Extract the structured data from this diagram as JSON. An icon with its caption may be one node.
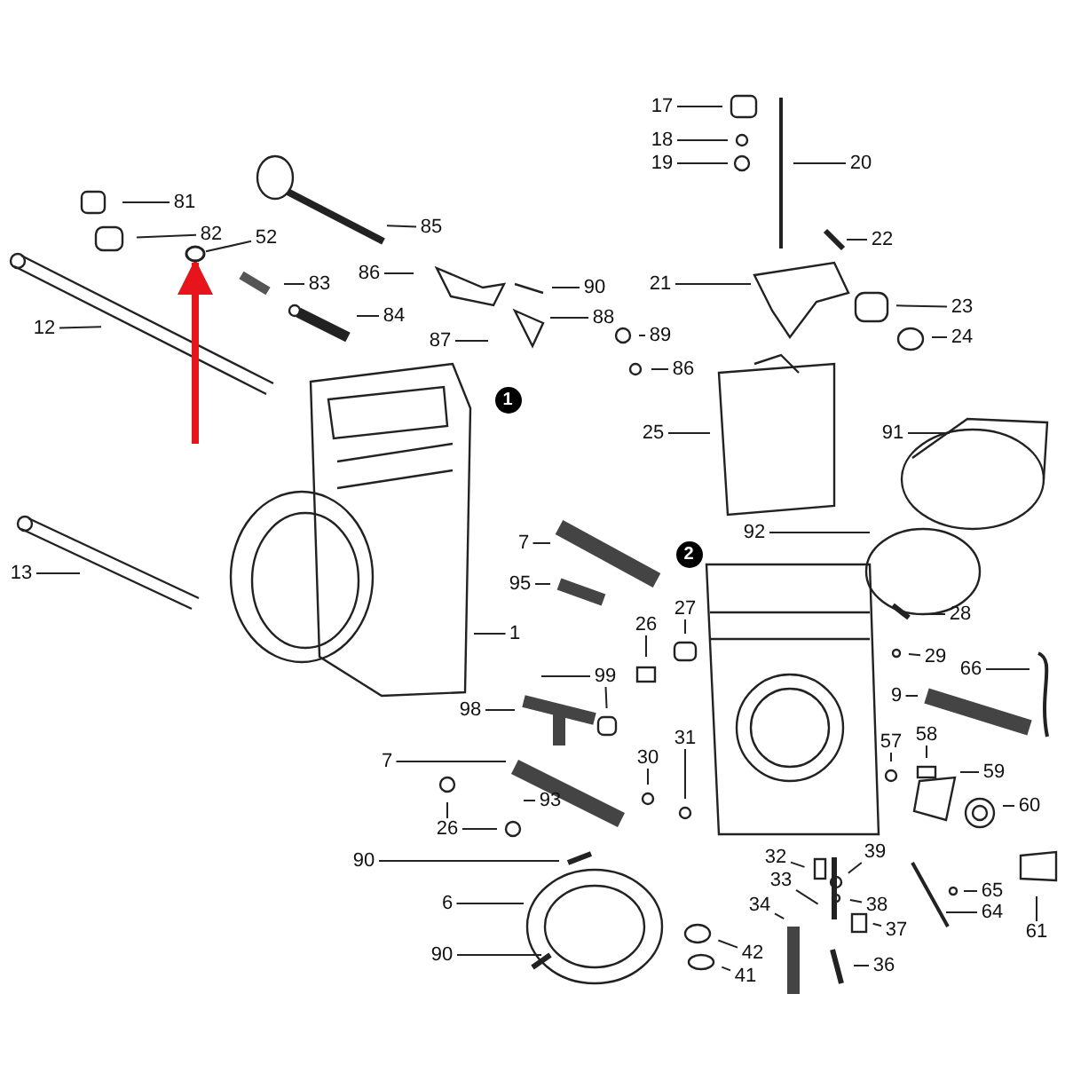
{
  "diagram": {
    "nodes": [
      {
        "text": [
          "81"
        ]
      },
      {
        "text": [
          "82"
        ]
      },
      {
        "text": [
          "52"
        ]
      },
      {
        "text": [],
        "shape": "circle"
      },
      {
        "text": [
          "85"
        ]
      },
      {
        "text": [
          "83"
        ]
      },
      {
        "text": [
          "86"
        ]
      },
      {
        "text": [
          "84"
        ]
      },
      {
        "text": [
          "87"
        ]
      },
      {
        "text": [
          "12"
        ]
      },
      {
        "text": [
          "17"
        ]
      },
      {
        "text": [
          "18"
        ]
      },
      {
        "text": [
          "19"
        ]
      },
      {
        "text": [
          "20"
        ]
      },
      {
        "text": [
          "22"
        ]
      },
      {
        "text": [
          "21"
        ]
      },
      {
        "text": [
          "90"
        ]
      },
      {
        "text": [
          "23"
        ]
      },
      {
        "text": [
          "88"
        ]
      },
      {
        "text": [
          "89"
        ]
      },
      {
        "text": [
          "24"
        ]
      },
      {
        "text": [
          "86"
        ]
      },
      {
        "text": [
          "25"
        ]
      },
      {
        "text": [
          "91"
        ]
      },
      {
        "text": [
          "92"
        ]
      },
      {
        "text": [
          "7"
        ]
      },
      {
        "text": [
          "95"
        ]
      },
      {
        "text": [
          "13"
        ]
      },
      {
        "text": [
          "1"
        ]
      },
      {
        "text": [
          "26"
        ]
      },
      {
        "text": [
          "27"
        ]
      },
      {
        "text": [
          "28"
        ]
      },
      {
        "text": [
          "29"
        ]
      },
      {
        "text": [
          "66"
        ]
      },
      {
        "text": [
          "99"
        ]
      },
      {
        "text": [
          "9"
        ]
      },
      {
        "text": [
          "98"
        ]
      },
      {
        "text": [
          "58"
        ]
      },
      {
        "text": [
          "57"
        ]
      },
      {
        "text": [
          "31"
        ]
      },
      {
        "text": [
          "30"
        ]
      },
      {
        "text": [
          "7"
        ]
      },
      {
        "text": [
          "59"
        ]
      },
      {
        "text": [
          "93"
        ]
      },
      {
        "text": [
          "60"
        ]
      },
      {
        "text": [
          "26"
        ]
      },
      {
        "text": [
          "90"
        ]
      },
      {
        "text": [
          "39"
        ]
      },
      {
        "text": [
          "32"
        ]
      },
      {
        "text": [
          "33"
        ]
      },
      {
        "text": [
          "65"
        ]
      },
      {
        "text": [
          "6"
        ]
      },
      {
        "text": [
          "34"
        ]
      },
      {
        "text": [
          "38"
        ]
      },
      {
        "text": [
          "64"
        ]
      },
      {
        "text": [
          "37"
        ]
      },
      {
        "text": [
          "61"
        ]
      },
      {
        "text": [
          "42"
        ]
      },
      {
        "text": [
          "90"
        ]
      },
      {
        "text": [
          "36"
        ]
      },
      {
        "text": [
          "41"
        ]
      }
    ],
    "edges": [
      {
        "from": 0,
        "to": null,
        "arrow": "none"
      },
      {
        "from": 1,
        "to": null,
        "arrow": "none"
      },
      {
        "from": 2,
        "to": 3,
        "arrow": "none"
      },
      {
        "from": 4,
        "to": null,
        "arrow": "none"
      },
      {
        "from": 5,
        "to": null,
        "arrow": "none"
      },
      {
        "from": 6,
        "to": null,
        "arrow": "none"
      },
      {
        "from": 7,
        "to": null,
        "arrow": "none"
      },
      {
        "from": 8,
        "to": null,
        "arrow": "none"
      },
      {
        "from": 9,
        "to": null,
        "arrow": "none"
      },
      {
        "from": 10,
        "to": null,
        "arrow": "none"
      },
      {
        "from": 11,
        "to": null,
        "arrow": "none"
      },
      {
        "from": 12,
        "to": null,
        "arrow": "none"
      },
      {
        "from": 13,
        "to": null,
        "arrow": "none"
      },
      {
        "from": 14,
        "to": null,
        "arrow": "none"
      },
      {
        "from": 15,
        "to": null,
        "arrow": "none"
      },
      {
        "from": 16,
        "to": null,
        "arrow": "none"
      },
      {
        "from": 17,
        "to": null,
        "arrow": "none"
      },
      {
        "from": 18,
        "to": null,
        "arrow": "none"
      },
      {
        "from": 19,
        "to": null,
        "arrow": "none"
      },
      {
        "from": 20,
        "to": null,
        "arrow": "none"
      },
      {
        "from": 21,
        "to": null,
        "arrow": "none"
      },
      {
        "from": 22,
        "to": null,
        "arrow": "none"
      },
      {
        "from": 23,
        "to": null,
        "arrow": "none"
      },
      {
        "from": 24,
        "to": null,
        "arrow": "none"
      },
      {
        "from": 25,
        "to": null,
        "arrow": "none"
      },
      {
        "from": 26,
        "to": null,
        "arrow": "none"
      },
      {
        "from": 27,
        "to": null,
        "arrow": "none"
      },
      {
        "from": 28,
        "to": null,
        "arrow": "none"
      },
      {
        "from": 29,
        "to": null,
        "arrow": "none"
      },
      {
        "from": 30,
        "to": null,
        "arrow": "none"
      },
      {
        "from": 31,
        "to": null,
        "arrow": "none"
      },
      {
        "from": 32,
        "to": null,
        "arrow": "none"
      },
      {
        "from": 33,
        "to": null,
        "arrow": "none"
      },
      {
        "from": 34,
        "to": null,
        "arrow": "none"
      },
      {
        "from": 34,
        "to": null,
        "arrow": "none"
      },
      {
        "from": 35,
        "to": null,
        "arrow": "none"
      },
      {
        "from": 36,
        "to": null,
        "arrow": "none"
      },
      {
        "from": 37,
        "to": null,
        "arrow": "none"
      },
      {
        "from": 38,
        "to": null,
        "arrow": "none"
      },
      {
        "from": 39,
        "to": null,
        "arrow": "none"
      },
      {
        "from": 40,
        "to": null,
        "arrow": "none"
      },
      {
        "from": 41,
        "to": null,
        "arrow": "none"
      },
      {
        "from": 42,
        "to": null,
        "arrow": "none"
      },
      {
        "from": 43,
        "to": null,
        "arrow": "none"
      },
      {
        "from": 44,
        "to": null,
        "arrow": "none"
      },
      {
        "from": 45,
        "to": null,
        "arrow": "none"
      },
      {
        "from": 45,
        "to": null,
        "arrow": "none"
      },
      {
        "from": 46,
        "to": null,
        "arrow": "none"
      },
      {
        "from": 47,
        "to": null,
        "arrow": "none"
      },
      {
        "from": 48,
        "to": null,
        "arrow": "none"
      },
      {
        "from": 49,
        "to": null,
        "arrow": "none"
      },
      {
        "from": 50,
        "to": null,
        "arrow": "none"
      },
      {
        "from": 51,
        "to": null,
        "arrow": "none"
      },
      {
        "from": 52,
        "to": null,
        "arrow": "none"
      },
      {
        "from": 53,
        "to": null,
        "arrow": "none"
      },
      {
        "from": 54,
        "to": null,
        "arrow": "none"
      },
      {
        "from": 55,
        "to": null,
        "arrow": "none"
      },
      {
        "from": 56,
        "to": null,
        "arrow": "none"
      },
      {
        "from": 57,
        "to": null,
        "arrow": "none"
      },
      {
        "from": 58,
        "to": null,
        "arrow": "none"
      },
      {
        "from": 59,
        "to": null,
        "arrow": "none"
      },
      {
        "from": 60,
        "to": null,
        "arrow": "none"
      },
      {
        "from": null,
        "to": 3,
        "arrow": "to",
        "style": "thick",
        "color": "#e8141b"
      }
    ],
    "labels": [
      "1",
      "2"
    ]
  }
}
